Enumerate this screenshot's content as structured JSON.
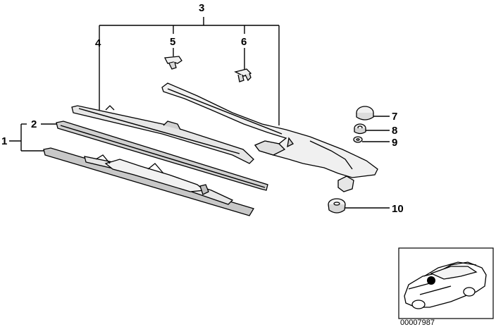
{
  "callouts": {
    "c1": "1",
    "c2": "2",
    "c3": "3",
    "c4": "4",
    "c5": "5",
    "c6": "6",
    "c7": "7",
    "c8": "8",
    "c9": "9",
    "c10": "10"
  },
  "reference_code": "00007987",
  "icons": {
    "car_thumbnail": "car-location-icon",
    "location_marker": "filled-dot"
  },
  "colors": {
    "line": "#000000",
    "blade_fill": "#e6e6e6",
    "arm_fill": "#f0f0f0",
    "marker": "#000000"
  }
}
